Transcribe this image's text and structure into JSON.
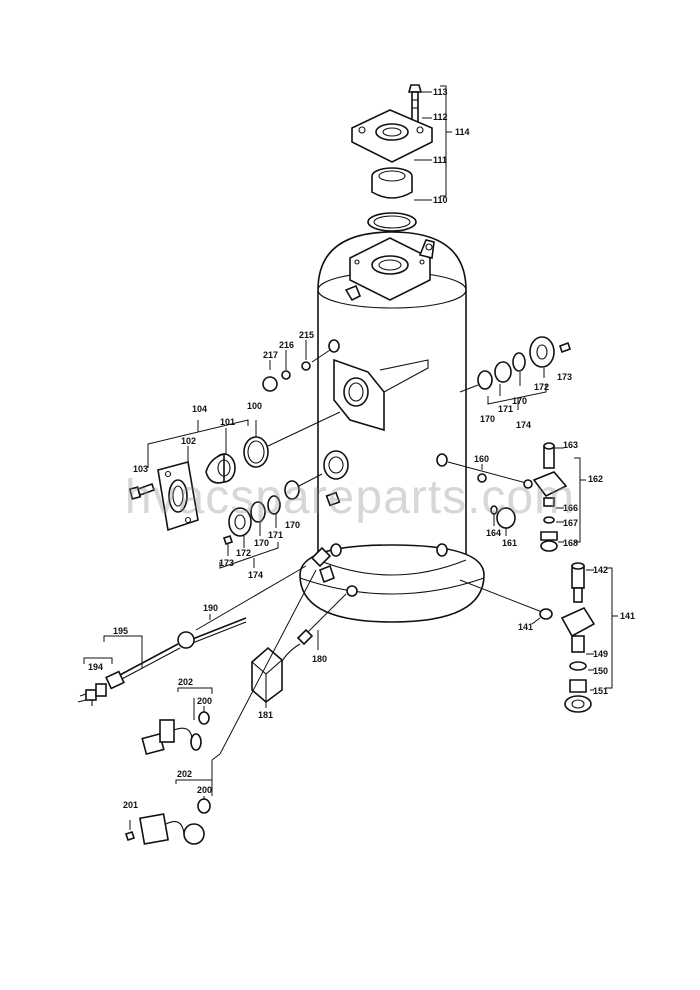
{
  "watermark": "hvacspareparts.com",
  "labels": {
    "l113": "113",
    "l112": "112",
    "l114": "114",
    "l111": "111",
    "l110": "110",
    "l215": "215",
    "l216": "216",
    "l217": "217",
    "l104": "104",
    "l101": "101",
    "l100": "100",
    "l102": "102",
    "l103": "103",
    "l170a": "170",
    "l171a": "171",
    "l172a": "172",
    "l173a": "173",
    "l174a": "174",
    "l170b": "170",
    "l171b": "171",
    "l172b": "172",
    "l173b": "173",
    "l174b": "174",
    "l170c": "170",
    "l170d": "170",
    "l163": "163",
    "l162": "162",
    "l160": "160",
    "l166": "166",
    "l167": "167",
    "l168": "168",
    "l164": "164",
    "l161": "161",
    "l142": "142",
    "l141a": "141",
    "l141b": "141",
    "l149": "149",
    "l150": "150",
    "l151": "151",
    "l190": "190",
    "l195": "195",
    "l194": "194",
    "l180": "180",
    "l181": "181",
    "l202a": "202",
    "l200a": "200",
    "l202b": "202",
    "l200b": "200",
    "l201": "201"
  }
}
